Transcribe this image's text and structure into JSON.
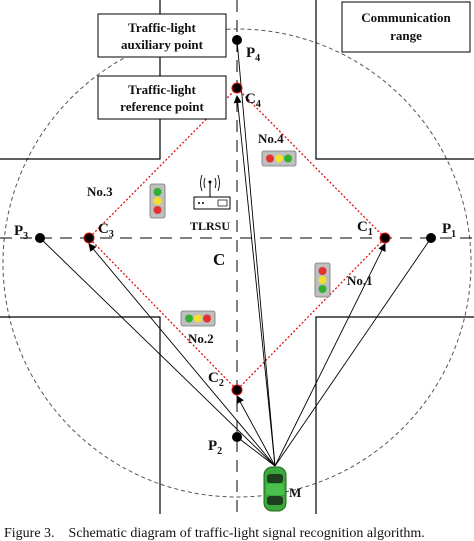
{
  "labels": {
    "auxiliary_box": [
      "Traffic-light",
      "auxiliary point"
    ],
    "reference_box": [
      "Traffic-light",
      "reference point"
    ],
    "range_box": [
      "Communication",
      "range"
    ],
    "p4": "P",
    "p4_sub": "4",
    "c4": "C",
    "c4_sub": "4",
    "p3": "P",
    "p3_sub": "3",
    "c3": "C",
    "c3_sub": "3",
    "c1": "C",
    "c1_sub": "1",
    "p1": "P",
    "p1_sub": "1",
    "c2": "C",
    "c2_sub": "2",
    "p2": "P",
    "p2_sub": "2",
    "center": "C",
    "vehicle": "M",
    "rsu": "TLRSU",
    "no1": "No.1",
    "no2": "No.2",
    "no3": "No.3",
    "no4": "No.4"
  },
  "caption": "Figure 3.    Schematic diagram of traffic-light signal recognition algorithm.",
  "colors": {
    "line": "#000000",
    "dashed_road": "#000000",
    "reference_path": "#e01010",
    "light_red": "#e53030",
    "light_yellow": "#f1e030",
    "light_green": "#30b030",
    "light_box": "#bfbfbf",
    "car": "#3aa83a"
  }
}
